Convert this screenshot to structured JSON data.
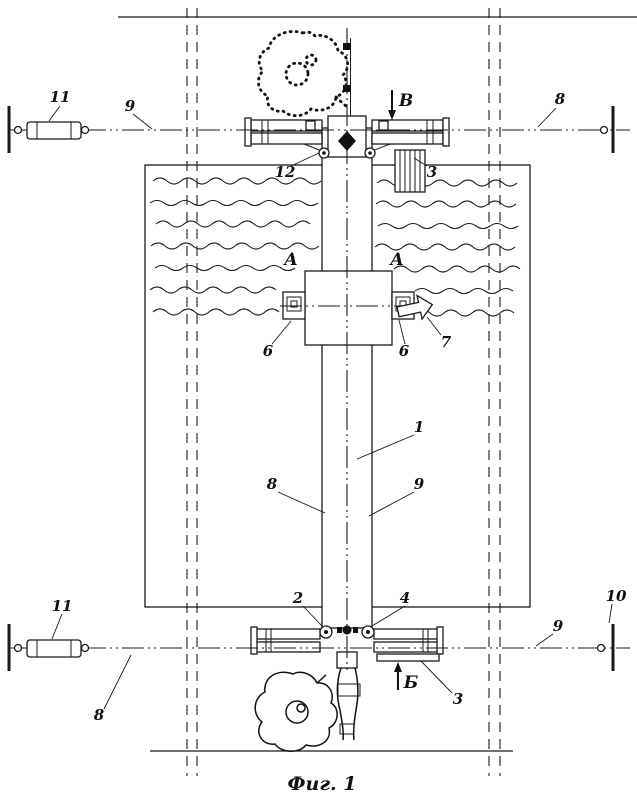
{
  "figure": {
    "caption": "Фиг. 1"
  },
  "callouts": {
    "n11_top": "11",
    "n9_top": "9",
    "n8_top": "8",
    "view_v": "В",
    "n12": "12",
    "n3_top": "3",
    "a_left": "А",
    "a_right": "А",
    "n6_left": "6",
    "n6_right": "6",
    "n7": "7",
    "n1": "1",
    "n8_mid": "8",
    "n9_mid": "9",
    "n2": "2",
    "n4": "4",
    "n11_bottom": "11",
    "n9_bottom": "9",
    "n10": "10",
    "view_b": "Б",
    "n3_bottom": "3",
    "n8_bottom": "8"
  }
}
